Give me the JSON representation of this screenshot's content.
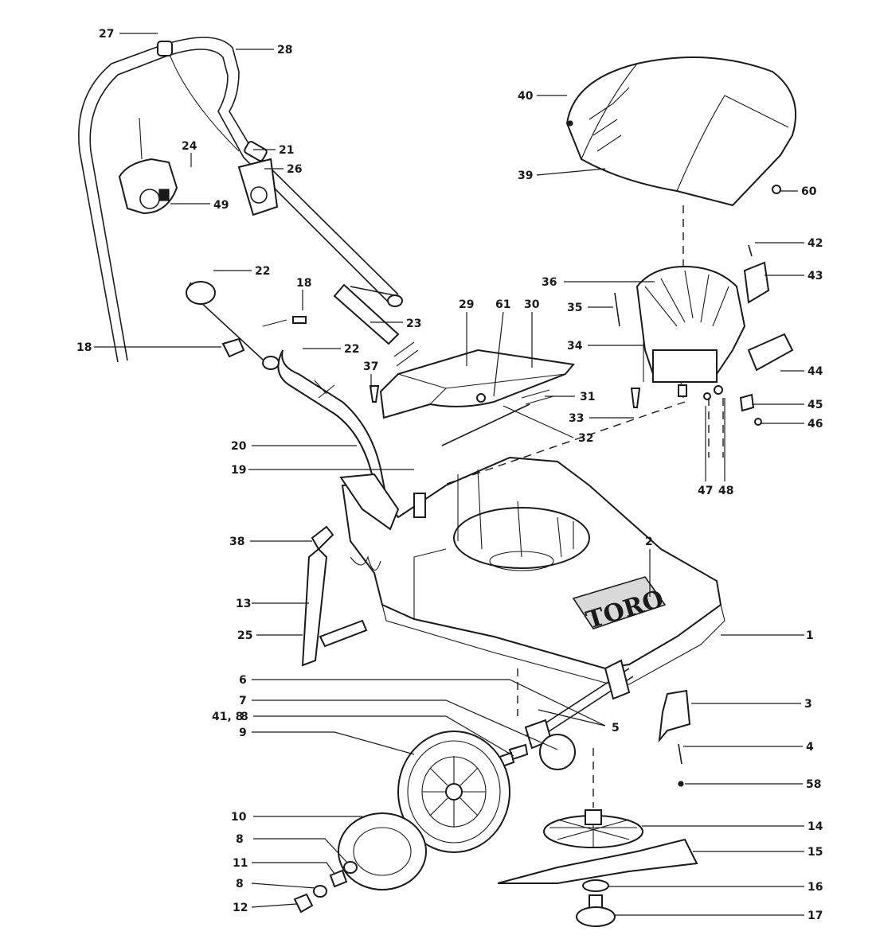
{
  "brand_logo": "TORO",
  "labels": [
    {
      "key": "p27",
      "text": "27"
    },
    {
      "key": "p28",
      "text": "28"
    },
    {
      "key": "p24",
      "text": "24"
    },
    {
      "key": "p21",
      "text": "21"
    },
    {
      "key": "p26",
      "text": "26"
    },
    {
      "key": "p49",
      "text": "49"
    },
    {
      "key": "p22a",
      "text": "22"
    },
    {
      "key": "p18a",
      "text": "18"
    },
    {
      "key": "p23",
      "text": "23"
    },
    {
      "key": "p18b",
      "text": "18"
    },
    {
      "key": "p22b",
      "text": "22"
    },
    {
      "key": "p37",
      "text": "37"
    },
    {
      "key": "p29",
      "text": "29"
    },
    {
      "key": "p61",
      "text": "61"
    },
    {
      "key": "p30",
      "text": "30"
    },
    {
      "key": "p31",
      "text": "31"
    },
    {
      "key": "p32",
      "text": "32"
    },
    {
      "key": "p20",
      "text": "20"
    },
    {
      "key": "p19",
      "text": "19"
    },
    {
      "key": "p38",
      "text": "38"
    },
    {
      "key": "p13",
      "text": "13"
    },
    {
      "key": "p25",
      "text": "25"
    },
    {
      "key": "p2",
      "text": "2"
    },
    {
      "key": "p1",
      "text": "1"
    },
    {
      "key": "p40",
      "text": "40"
    },
    {
      "key": "p39",
      "text": "39"
    },
    {
      "key": "p60",
      "text": "60"
    },
    {
      "key": "p42",
      "text": "42"
    },
    {
      "key": "p43",
      "text": "43"
    },
    {
      "key": "p36",
      "text": "36"
    },
    {
      "key": "p35",
      "text": "35"
    },
    {
      "key": "p34",
      "text": "34"
    },
    {
      "key": "p44",
      "text": "44"
    },
    {
      "key": "p45",
      "text": "45"
    },
    {
      "key": "p46",
      "text": "46"
    },
    {
      "key": "p33",
      "text": "33"
    },
    {
      "key": "p47",
      "text": "47"
    },
    {
      "key": "p48",
      "text": "48"
    },
    {
      "key": "p6",
      "text": "6"
    },
    {
      "key": "p7",
      "text": "7"
    },
    {
      "key": "p41",
      "text": "41, 8"
    },
    {
      "key": "p8a",
      "text": "8"
    },
    {
      "key": "p9",
      "text": "9"
    },
    {
      "key": "p5",
      "text": "5"
    },
    {
      "key": "p3",
      "text": "3"
    },
    {
      "key": "p4",
      "text": "4"
    },
    {
      "key": "p58",
      "text": "58"
    },
    {
      "key": "p14",
      "text": "14"
    },
    {
      "key": "p15",
      "text": "15"
    },
    {
      "key": "p16",
      "text": "16"
    },
    {
      "key": "p17",
      "text": "17"
    },
    {
      "key": "p10",
      "text": "10"
    },
    {
      "key": "p8b",
      "text": "8"
    },
    {
      "key": "p11",
      "text": "11"
    },
    {
      "key": "p8c",
      "text": "8"
    },
    {
      "key": "p12",
      "text": "12"
    }
  ]
}
